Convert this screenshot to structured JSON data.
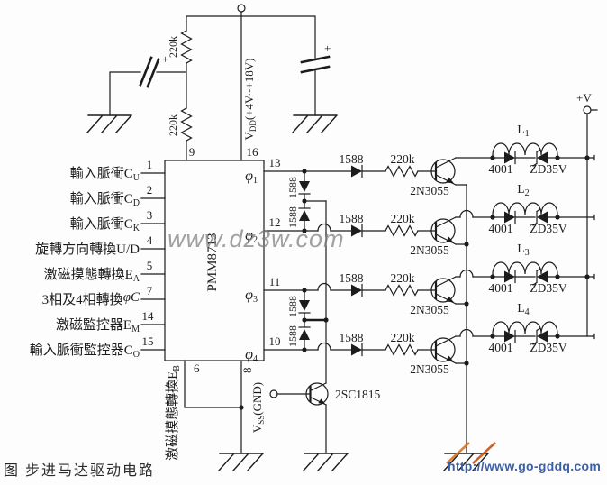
{
  "caption": "图 步进马达驱动电路",
  "watermark": "www.dz3w.com",
  "site_url": "http://www.go-gddq.com",
  "ic": {
    "name": "PMM8713",
    "pin9": "9",
    "pin16": "16",
    "pin6": "6",
    "pin8": "8",
    "vdd_pre": "V",
    "vdd_sub": "DD",
    "vdd_post": "(+4V~+18V)",
    "vss_pre": "V",
    "vss_sub": "SS",
    "vss_post": "(GND)",
    "eb_text": "激磁摸態轉換E",
    "eb_sub": "B"
  },
  "top": {
    "r1": "220k",
    "r2": "220k",
    "plus_left": "+",
    "plus_right": "+"
  },
  "supply": {
    "vplus": "+V"
  },
  "inputs": [
    {
      "pin": "1",
      "text": "輸入脈衝C",
      "sub": "U",
      "post": ""
    },
    {
      "pin": "2",
      "text": "輸入脈衝C",
      "sub": "D",
      "post": ""
    },
    {
      "pin": "3",
      "text": "輸入脈衝C",
      "sub": "K",
      "post": ""
    },
    {
      "pin": "4",
      "text": "旋轉方向轉換U/D",
      "sub": "",
      "post": ""
    },
    {
      "pin": "5",
      "text": "激磁摸態轉換E",
      "sub": "A",
      "post": ""
    },
    {
      "pin": "7",
      "text": "3相及4相轉換",
      "sub": "",
      "post": "φC"
    },
    {
      "pin": "14",
      "text": "激磁監控器E",
      "sub": "M",
      "post": ""
    },
    {
      "pin": "15",
      "text": "輸入脈衝監控器C",
      "sub": "O",
      "post": ""
    }
  ],
  "rows": [
    {
      "pin": "13",
      "phi": "φ",
      "phi_sub": "1",
      "d1588": "1588",
      "r220k": "220k",
      "q": "2N3055",
      "d4001": "4001",
      "zener": "ZD35V",
      "coil": "L",
      "coil_sub": "1"
    },
    {
      "pin": "12",
      "phi": "φ",
      "phi_sub": "2",
      "d1588": "1588",
      "r220k": "220k",
      "q": "2N3055",
      "d4001": "4001",
      "zener": "ZD35V",
      "coil": "L",
      "coil_sub": "2"
    },
    {
      "pin": "11",
      "phi": "φ",
      "phi_sub": "3",
      "d1588": "1588",
      "r220k": "220k",
      "q": "2N3055",
      "d4001": "4001",
      "zener": "ZD35V",
      "coil": "L",
      "coil_sub": "3"
    },
    {
      "pin": "10",
      "phi": "φ",
      "phi_sub": "4",
      "d1588": "1588",
      "r220k": "220k",
      "q": "2N3055",
      "d4001": "4001",
      "zener": "ZD35V",
      "coil": "L",
      "coil_sub": "4"
    }
  ],
  "chain": {
    "labels": [
      "1588",
      "1588",
      "1588",
      "1588"
    ]
  },
  "driver": {
    "name": "2SC1815"
  }
}
